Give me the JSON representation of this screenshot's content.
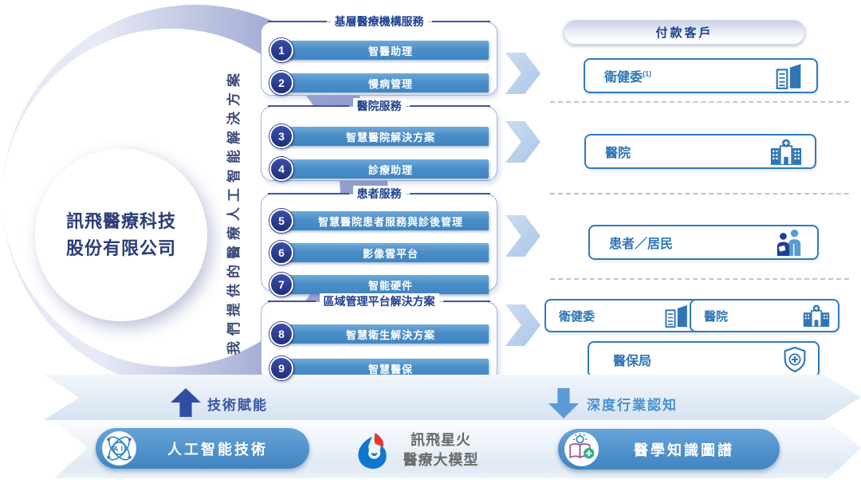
{
  "company": {
    "name_lines": [
      "訊飛醫療科技",
      "股份有限公司"
    ]
  },
  "vertical_label": "我們提供的醫療人工智能解決方案",
  "service_groups": [
    {
      "title": "基層醫療機構服務",
      "items": [
        {
          "num": "1",
          "label": "智醫助理"
        },
        {
          "num": "2",
          "label": "慢病管理"
        }
      ]
    },
    {
      "title": "醫院服務",
      "items": [
        {
          "num": "3",
          "label": "智慧醫院解決方案"
        },
        {
          "num": "4",
          "label": "診療助理"
        }
      ]
    },
    {
      "title": "患者服務",
      "items": [
        {
          "num": "5",
          "label": "智慧醫院患者服務與診後管理"
        },
        {
          "num": "6",
          "label": "影像雲平台"
        },
        {
          "num": "7",
          "label": "智能硬件"
        }
      ]
    },
    {
      "title": "區域管理平台解決方案",
      "items": [
        {
          "num": "8",
          "label": "智慧衛生解決方案"
        },
        {
          "num": "9",
          "label": "智慧醫保"
        }
      ]
    }
  ],
  "customers": {
    "header": "付款客戶",
    "rows": [
      {
        "label": "衛健委",
        "superscript": "(1)",
        "icon": "building-icon"
      },
      {
        "label": "醫院",
        "icon": "hospital-icon"
      },
      {
        "label": "患者／居民",
        "icon": "people-icon"
      }
    ],
    "bottom_row": [
      {
        "label": "衛健委",
        "icon": "building-icon"
      },
      {
        "label": "醫院",
        "icon": "hospital-icon"
      },
      {
        "label": "醫保局",
        "icon": "shield-cross-icon"
      }
    ]
  },
  "foundation": {
    "up_arrow_label": "技術賦能",
    "down_arrow_label": "深度行業認知",
    "left_pill": "人工智能技術",
    "center_title_lines": [
      "訊飛星火",
      "醫療大模型"
    ],
    "right_pill": "醫學知識圖譜"
  },
  "colors": {
    "bar_blue": "#4a8ec8",
    "number_navy": "#24398c",
    "group_border": "#a3b2dc",
    "group_title": "#1e3f92",
    "customer_border": "#2e79c2",
    "customer_text": "#2e75b6",
    "chevron": "#bdd2ec",
    "up_arrow": "#2f4da3",
    "down_arrow": "#5b9bd5",
    "pill_blue": "#4a90c8",
    "crescent": "#8f99cb",
    "spark_red": "#e23a2e",
    "spark_blue": "#1077cf"
  }
}
